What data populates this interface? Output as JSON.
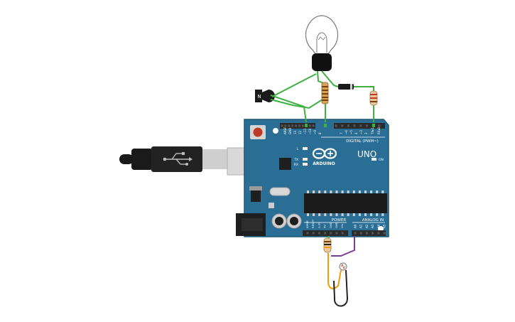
{
  "board": {
    "model": "UNO",
    "brand": "ARDUINO",
    "on_label": "ON",
    "tx_label": "TX",
    "rx_label": "RX",
    "l_label": "L",
    "digital_header": "DIGITAL (PWM~)",
    "power_header": "POWER",
    "analog_header": "ANALOG IN",
    "digital_pins": [
      "AREF",
      "GND",
      "13",
      "12",
      "~11",
      "~10",
      "~9",
      "8",
      "7",
      "~6",
      "~5",
      "4",
      "~3",
      "2",
      "TX▸1",
      "RX◂0"
    ],
    "power_pins": [
      "IOREF",
      "RESET",
      "3.3V",
      "5V",
      "GND",
      "GND",
      "Vin"
    ],
    "analog_pins": [
      "A0",
      "A1",
      "A2",
      "A3",
      "A4",
      "A5"
    ]
  },
  "components": {
    "transistor_label": "N",
    "bulb": "light-bulb",
    "usb": "usb-b-cable",
    "diode": "diode",
    "resistors": [
      "resistor-top-left",
      "resistor-top-right",
      "resistor-bottom"
    ],
    "sensor": "photoresistor"
  },
  "colors": {
    "board": "#2a6e96",
    "board_edge": "#1c5677",
    "wire_green": "#3cb043",
    "wire_orange": "#f39c12",
    "wire_purple": "#7d3c98",
    "wire_black": "#222222",
    "header": "#2b2b2b",
    "reset": "#c0392b"
  }
}
